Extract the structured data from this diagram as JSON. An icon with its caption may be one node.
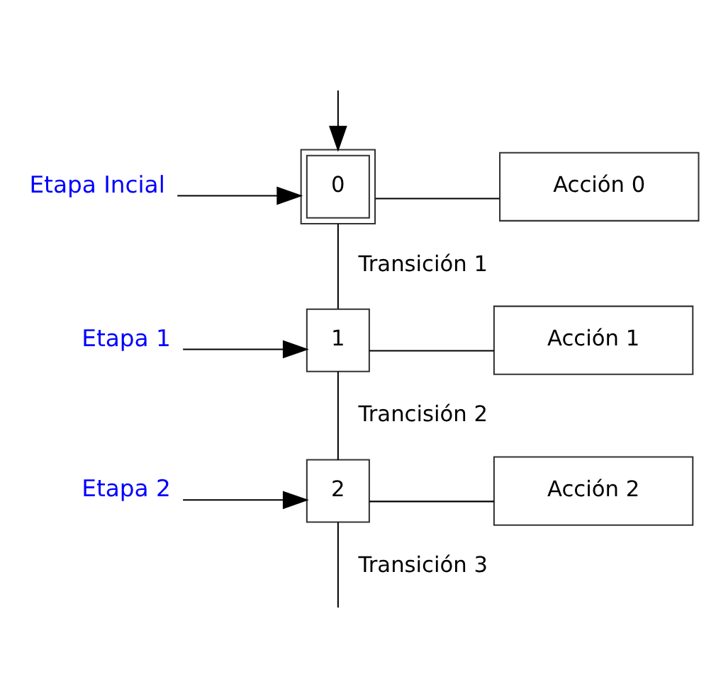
{
  "diagram": {
    "nodes": [
      {
        "text": [
          "Etapa Incial"
        ]
      },
      {
        "text": [
          "0"
        ]
      },
      {
        "text": [
          "Acción 0"
        ]
      },
      {
        "text": [
          "Etapa 1"
        ]
      },
      {
        "text": [
          "1"
        ]
      },
      {
        "text": [
          "Acción 1"
        ]
      },
      {
        "text": [
          "Etapa 2"
        ]
      },
      {
        "text": [
          "2"
        ]
      },
      {
        "text": [
          "Acción 2"
        ]
      }
    ],
    "edges": [
      {
        "from": null,
        "to": 1,
        "arrow": "to"
      },
      {
        "from": 0,
        "to": 1,
        "arrow": "to"
      },
      {
        "from": 1,
        "to": 2,
        "arrow": "none"
      },
      {
        "from": 1,
        "to": 4,
        "arrow": "none",
        "label": "Transición 1"
      },
      {
        "from": 3,
        "to": 4,
        "arrow": "to"
      },
      {
        "from": 4,
        "to": 5,
        "arrow": "none"
      },
      {
        "from": 4,
        "to": 7,
        "arrow": "none",
        "label": "Trancisión 2"
      },
      {
        "from": 6,
        "to": 7,
        "arrow": "to"
      },
      {
        "from": 7,
        "to": 8,
        "arrow": "none"
      },
      {
        "from": 7,
        "to": null,
        "arrow": "none",
        "label": "Transición 3"
      }
    ]
  }
}
